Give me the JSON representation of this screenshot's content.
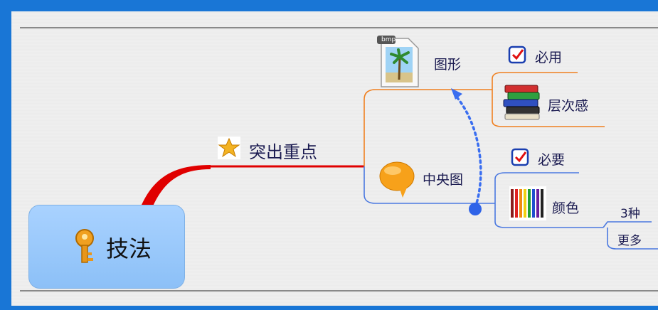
{
  "mindmap": {
    "root": {
      "label": "技法",
      "icon": "key-icon"
    },
    "branch": {
      "label": "突出重点",
      "icon": "star-icon"
    },
    "graphic": {
      "label": "图形",
      "icon": "image-file-icon",
      "tag": "bmp"
    },
    "required": {
      "label": "必用",
      "icon": "checkbox-icon"
    },
    "layered": {
      "label": "层次感",
      "icon": "books-icon"
    },
    "central": {
      "label": "中央图",
      "icon": "speech-bubble-icon"
    },
    "needed": {
      "label": "必要",
      "icon": "checkbox-icon"
    },
    "color": {
      "label": "颜色",
      "icon": "color-pencils-icon"
    },
    "three": {
      "label": "3种"
    },
    "more": {
      "label": "更多"
    }
  },
  "colors": {
    "frame": "#1976d6",
    "root_branch": "#e00000",
    "orange_branch": "#f08020",
    "blue_branch": "#4a78e0",
    "center_fill": "#99c9fb"
  }
}
